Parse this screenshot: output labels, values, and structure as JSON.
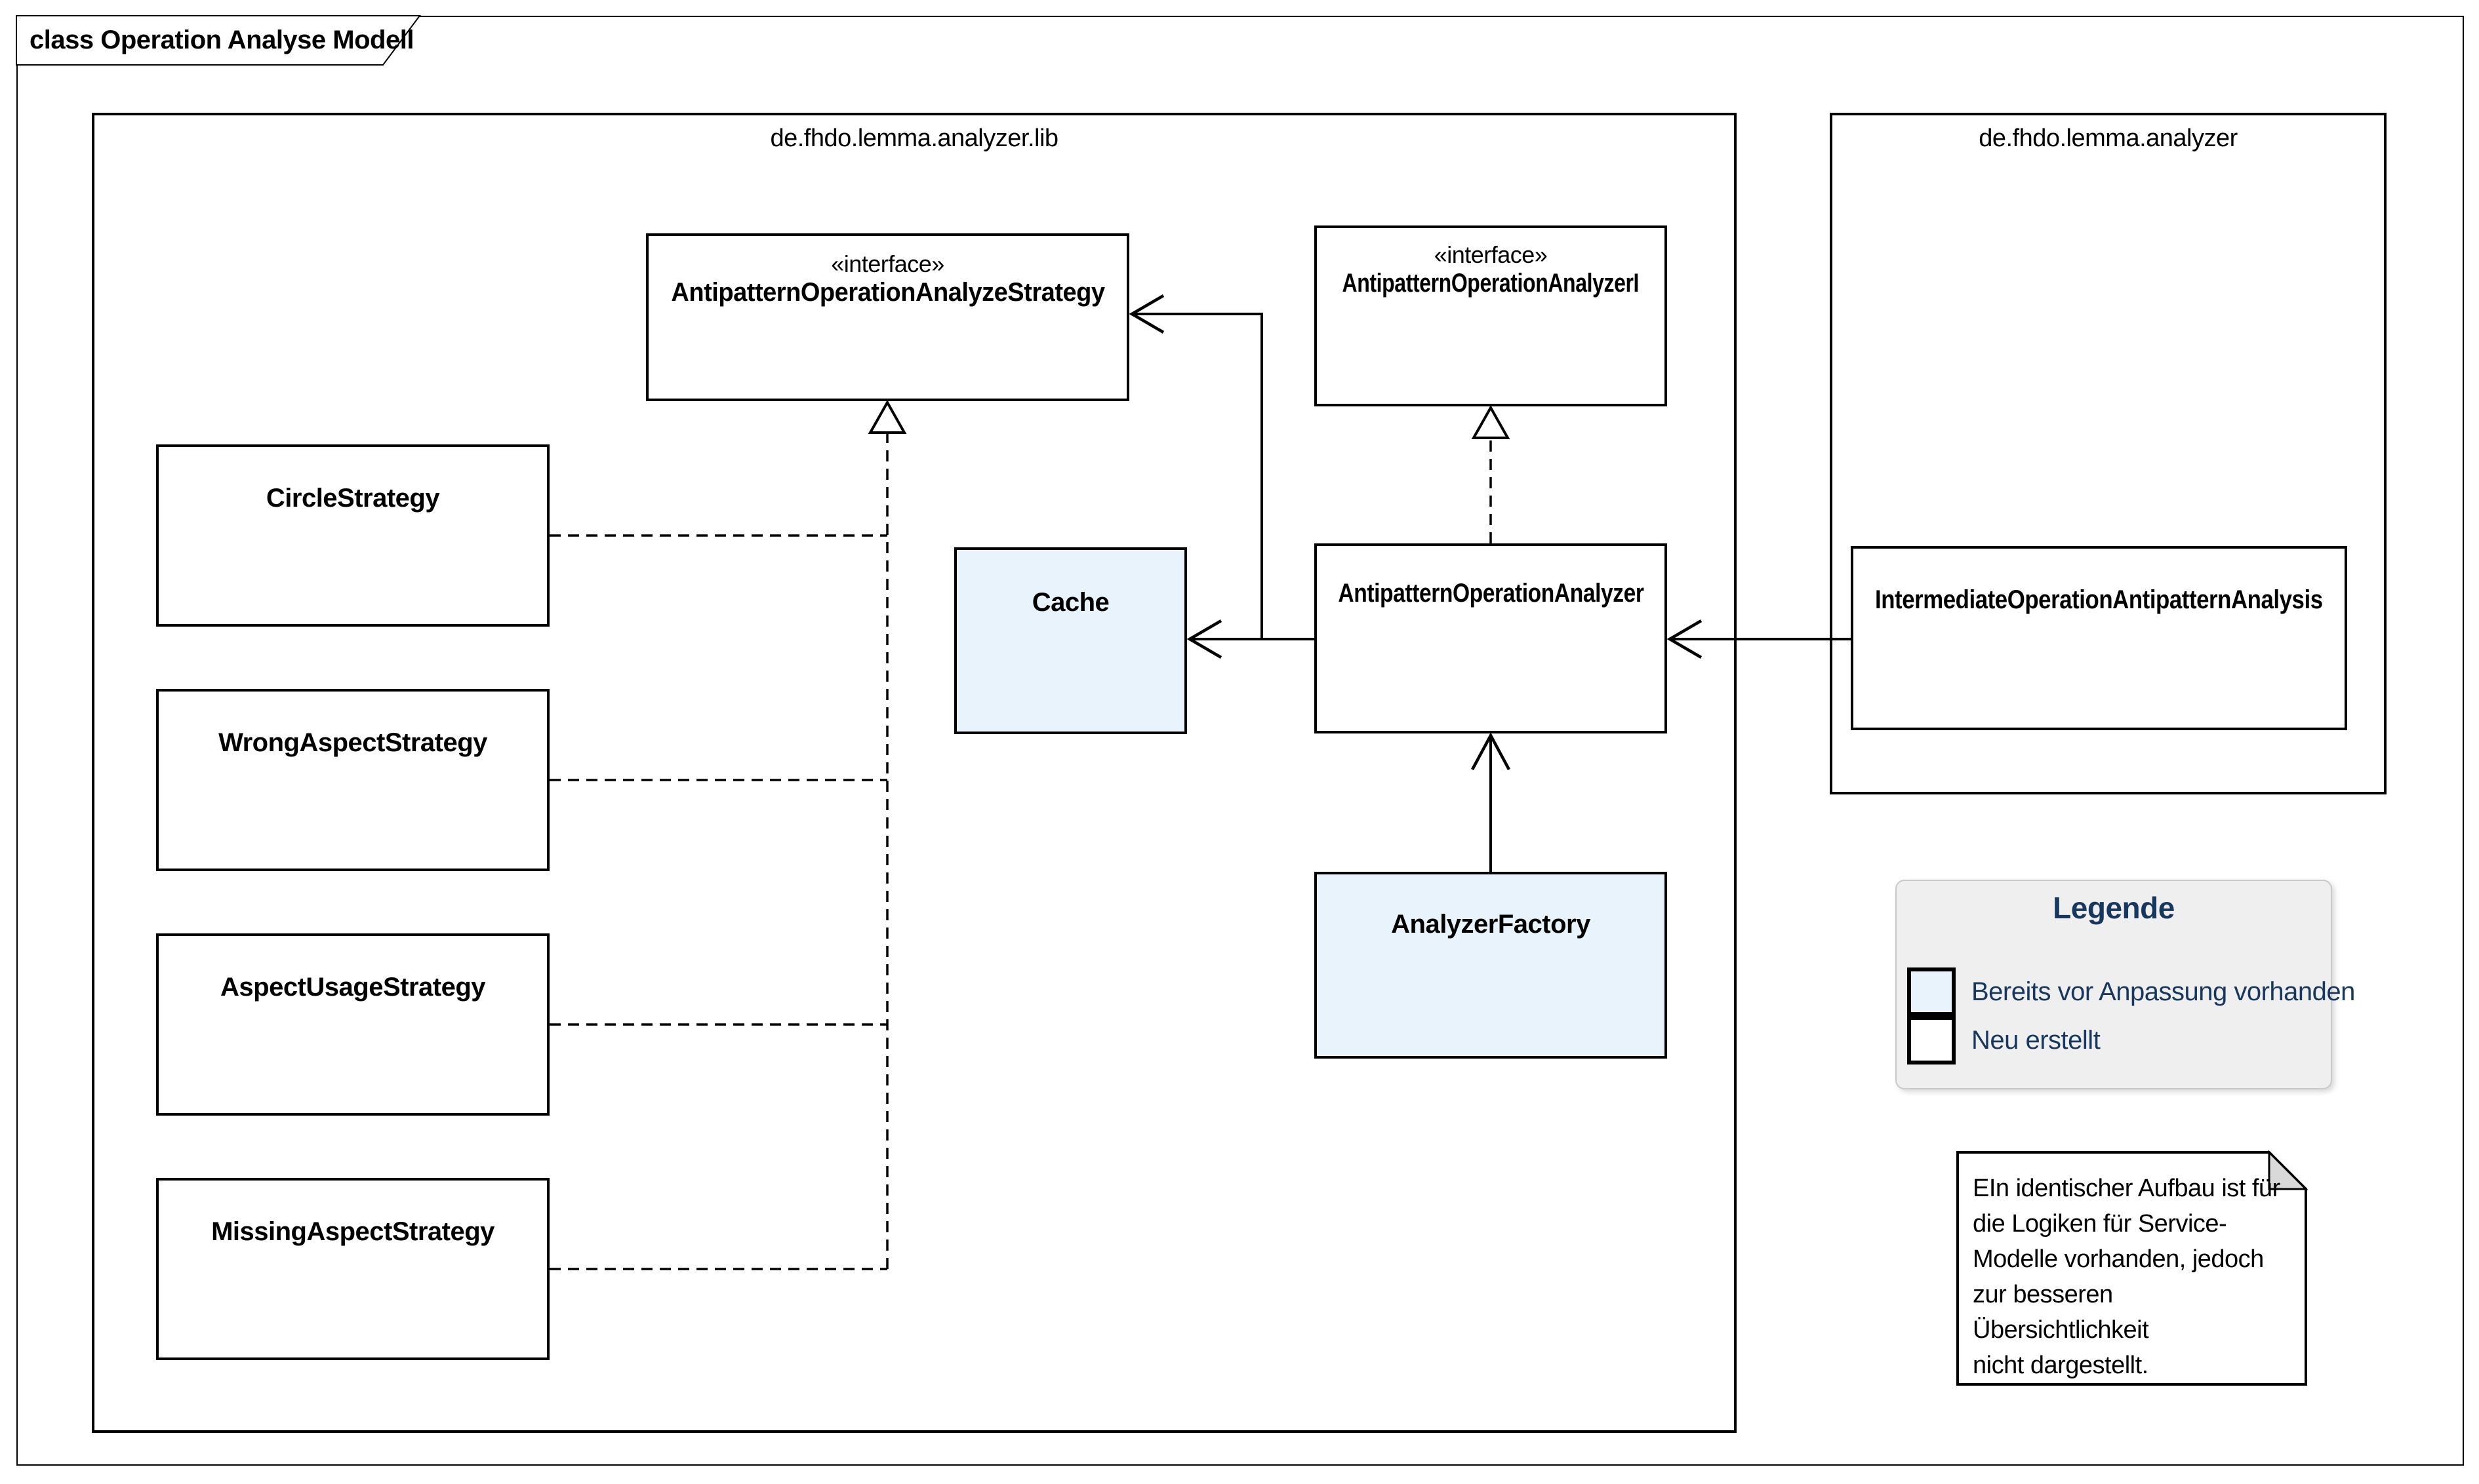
{
  "frame": {
    "title": "class Operation Analyse Modell"
  },
  "packages": {
    "lib": {
      "label": "de.fhdo.lemma.analyzer.lib"
    },
    "analyzer": {
      "label": "de.fhdo.lemma.analyzer"
    }
  },
  "classes": {
    "strategy_interface": {
      "stereotype": "«interface»",
      "name": "AntipatternOperationAnalyzeStrategy",
      "fill": "#FFFFFF"
    },
    "analyzer_interface": {
      "stereotype": "«interface»",
      "name": "AntipatternOperationAnalyzerI",
      "fill": "#FFFFFF"
    },
    "circle_strategy": {
      "name": "CircleStrategy",
      "fill": "#FFFFFF"
    },
    "wrong_aspect_strategy": {
      "name": "WrongAspectStrategy",
      "fill": "#FFFFFF"
    },
    "aspect_usage_strategy": {
      "name": "AspectUsageStrategy",
      "fill": "#FFFFFF"
    },
    "missing_aspect_strategy": {
      "name": "MissingAspectStrategy",
      "fill": "#FFFFFF"
    },
    "cache": {
      "name": "Cache",
      "fill": "#E9F3FC"
    },
    "antipattern_operation_analyzer": {
      "name": "AntipatternOperationAnalyzer",
      "fill": "#FFFFFF"
    },
    "analyzer_factory": {
      "name": "AnalyzerFactory",
      "fill": "#E9F3FC"
    },
    "intermediate_analysis": {
      "name": "IntermediateOperationAntipatternAnalysis",
      "fill": "#FFFFFF"
    }
  },
  "legend": {
    "title": "Legende",
    "items": [
      {
        "label": "Bereits vor Anpassung vorhanden",
        "swatch_color": "#E9F3FC"
      },
      {
        "label": "Neu erstellt",
        "swatch_color": "#FFFFFF"
      }
    ]
  },
  "note": {
    "text": "EIn identischer Aufbau ist für\ndie Logiken für Service-\nModelle vorhanden, jedoch\nzur besseren Übersichtlichkeit\nnicht dargestellt."
  },
  "colors": {
    "box_border": "#000000",
    "preexisting_fill": "#E9F3FC",
    "new_fill": "#FFFFFF",
    "legend_bg": "#EFEFEF",
    "legend_border": "#C9C9C9",
    "legend_text": "#17375E",
    "note_fold": "#D9D9D9"
  }
}
